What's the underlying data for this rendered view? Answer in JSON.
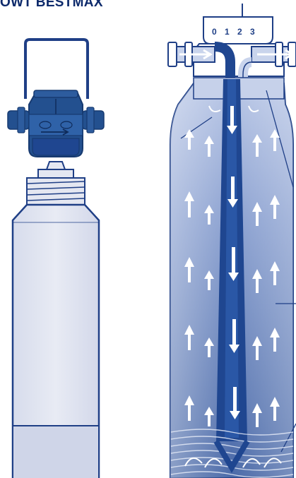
{
  "title": "OWT BESTMAX",
  "dial_labels": [
    "0",
    "1",
    "2",
    "3"
  ],
  "colors": {
    "outline": "#1f3f86",
    "filter_head": "#23508f",
    "filter_head_dark": "#173a70",
    "cartridge_fill": "#dfe3ef",
    "canister_light": "#d4ddf0",
    "canister_dark": "#5f7db8",
    "channel": "#1f4690",
    "arrow_light": "#ffffff"
  },
  "icons": [
    "up-arrow-icon",
    "down-arrow-icon",
    "swirl-icon"
  ]
}
